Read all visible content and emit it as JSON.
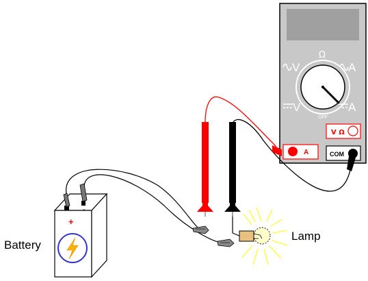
{
  "labels": {
    "battery": "Battery",
    "lamp": "Lamp"
  },
  "meter": {
    "ohm": "Ω",
    "off": "OFF",
    "ac_v": "V",
    "ac_a": "A",
    "dc_v": "V",
    "dc_a": "A",
    "jack_voh": "V Ω",
    "jack_a": "A",
    "jack_com": "COM"
  },
  "battery_terminals": {
    "positive": "+",
    "negative": "-"
  },
  "colors": {
    "red_lead": "#ff0000",
    "black_lead": "#000000",
    "meter_body": "#c8c8c8",
    "meter_display": "#a0a0a0",
    "meter_markings": "#ffffff",
    "bolt": "#ffb000",
    "bolt_circle": "#3333cc",
    "lamp_rays": "#ffff33"
  }
}
